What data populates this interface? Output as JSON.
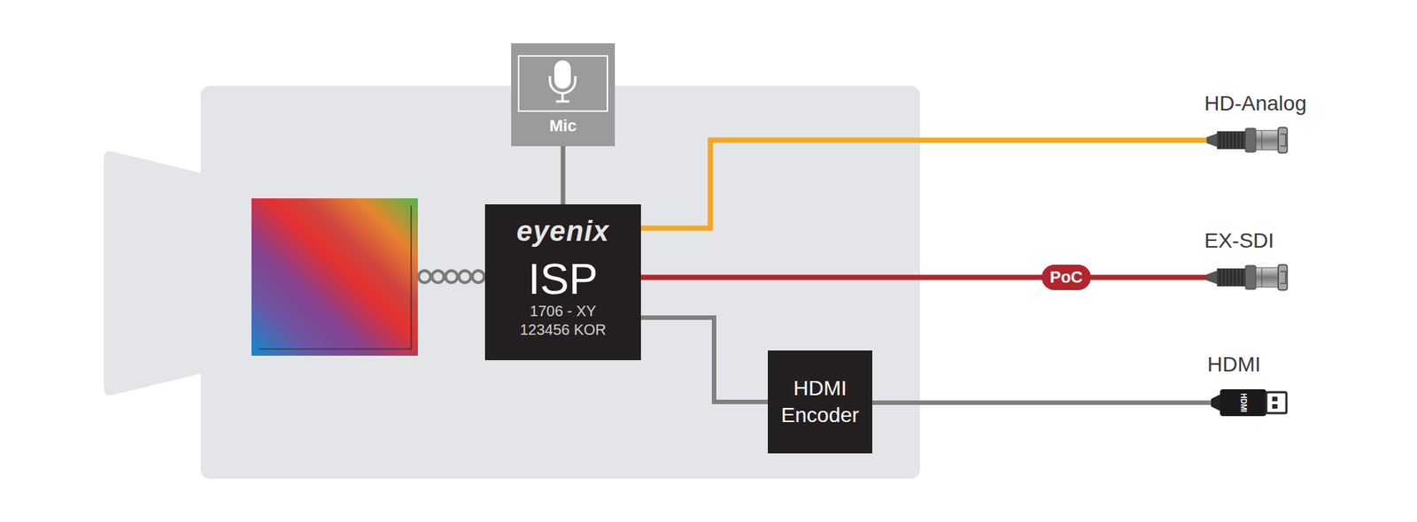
{
  "diagram": {
    "nodes": [
      {
        "text": [
          "Mic"
        ]
      },
      {
        "text": [
          "eyenix",
          "ISP",
          "1706 - XY 123456 KOR"
        ]
      },
      {
        "text": [
          "HDMI Encoder"
        ]
      },
      {
        "text": [
          "HD-Analog"
        ]
      },
      {
        "text": [
          "EX-SDI"
        ]
      },
      {
        "text": [
          "HDMI"
        ]
      }
    ],
    "edges": [
      {
        "from": 0,
        "to": 1,
        "arrow": "none"
      },
      {
        "from": 1,
        "to": 3,
        "arrow": "none"
      },
      {
        "from": 1,
        "to": 4,
        "label": "PoC",
        "arrow": "none"
      },
      {
        "from": 1,
        "to": 2,
        "arrow": "none"
      },
      {
        "from": 2,
        "to": 5,
        "arrow": "none"
      }
    ],
    "labels": [
      "HDMI"
    ]
  }
}
